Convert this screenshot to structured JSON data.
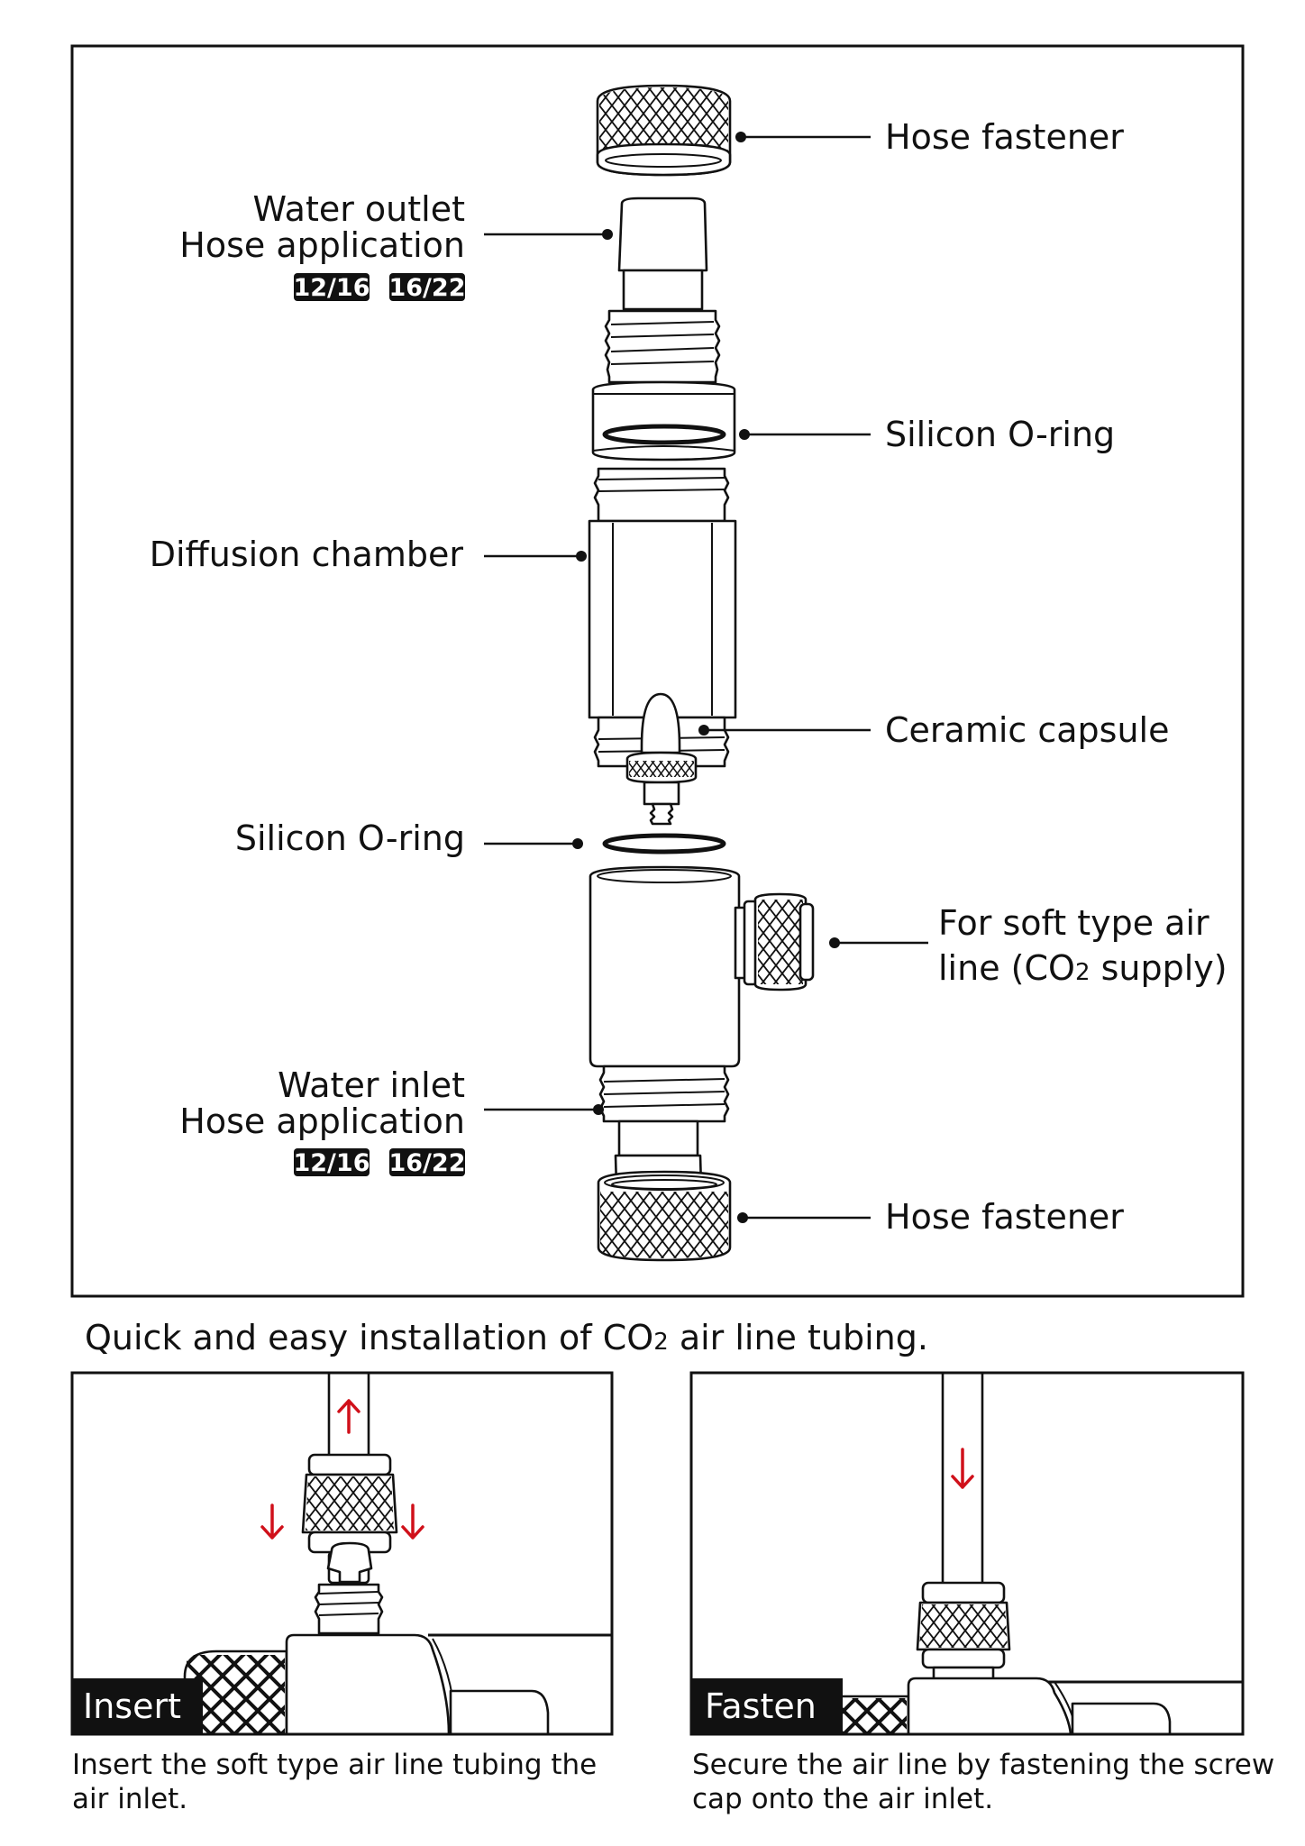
{
  "diagram": {
    "parts": {
      "hose_fastener_top": "Hose fastener",
      "water_outlet_line1": "Water outlet",
      "water_outlet_line2": "Hose application",
      "water_outlet_badges": [
        "12/16",
        "16/22"
      ],
      "silicon_oring_top": "Silicon O-ring",
      "diffusion_chamber": "Diffusion chamber",
      "ceramic_capsule": "Ceramic capsule",
      "silicon_oring_bottom": "Silicon O-ring",
      "air_line_line1": "For soft type air",
      "air_line_line2_pre": "line (CO",
      "air_line_line2_sub": "2",
      "air_line_line2_post": " supply)",
      "water_inlet_line1": "Water inlet",
      "water_inlet_line2": "Hose application",
      "water_inlet_badges": [
        "12/16",
        "16/22"
      ],
      "hose_fastener_bottom": "Hose fastener"
    }
  },
  "installation": {
    "heading_pre": "Quick and easy installation of CO",
    "heading_sub": "2",
    "heading_post": " air line tubing.",
    "steps": [
      {
        "tag": "Insert",
        "caption_line1": "Insert the soft type air line tubing the",
        "caption_line2": "air inlet.",
        "arrows": [
          "up",
          "down",
          "down"
        ]
      },
      {
        "tag": "Fasten",
        "caption_line1": "Secure the air line by fastening the screw",
        "caption_line2": "cap onto the air inlet.",
        "arrows": [
          "down"
        ]
      }
    ]
  },
  "colors": {
    "line": "#111111",
    "arrow": "#d0101a",
    "background": "#ffffff"
  }
}
